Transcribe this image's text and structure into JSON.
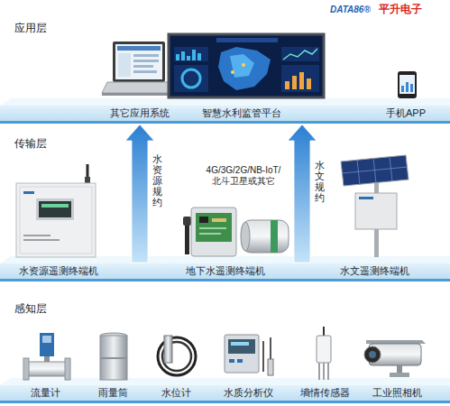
{
  "diagram": {
    "nodes": [
      {
        "text": [
          "其它应用系统"
        ]
      },
      {
        "text": [
          "智慧水利监管平台"
        ]
      },
      {
        "text": [
          "手机APP"
        ]
      },
      {
        "text": [
          "水资源遥测终端机"
        ]
      },
      {
        "text": [
          "地下水遥测终端机"
        ]
      },
      {
        "text": [
          "水文遥测终端机"
        ]
      },
      {
        "text": [
          "流量计"
        ]
      },
      {
        "text": [
          "雨量筒"
        ]
      },
      {
        "text": [
          "水位计"
        ]
      },
      {
        "text": [
          "水质分析仪"
        ]
      },
      {
        "text": [
          "墒情传感器"
        ]
      },
      {
        "text": [
          "工业照相机"
        ]
      }
    ],
    "edges": [
      {
        "from": 3,
        "to": 0,
        "arrow": "to",
        "label": "水资源规约"
      },
      {
        "from": 5,
        "to": 1,
        "arrow": "to",
        "label": "水文规约"
      }
    ],
    "labels": [
      "DATA86®",
      "平升电子",
      "应用层",
      "传输层",
      "感知层",
      "4G/3G/2G/NB-IoT/ 北斗卫星或其它"
    ]
  }
}
